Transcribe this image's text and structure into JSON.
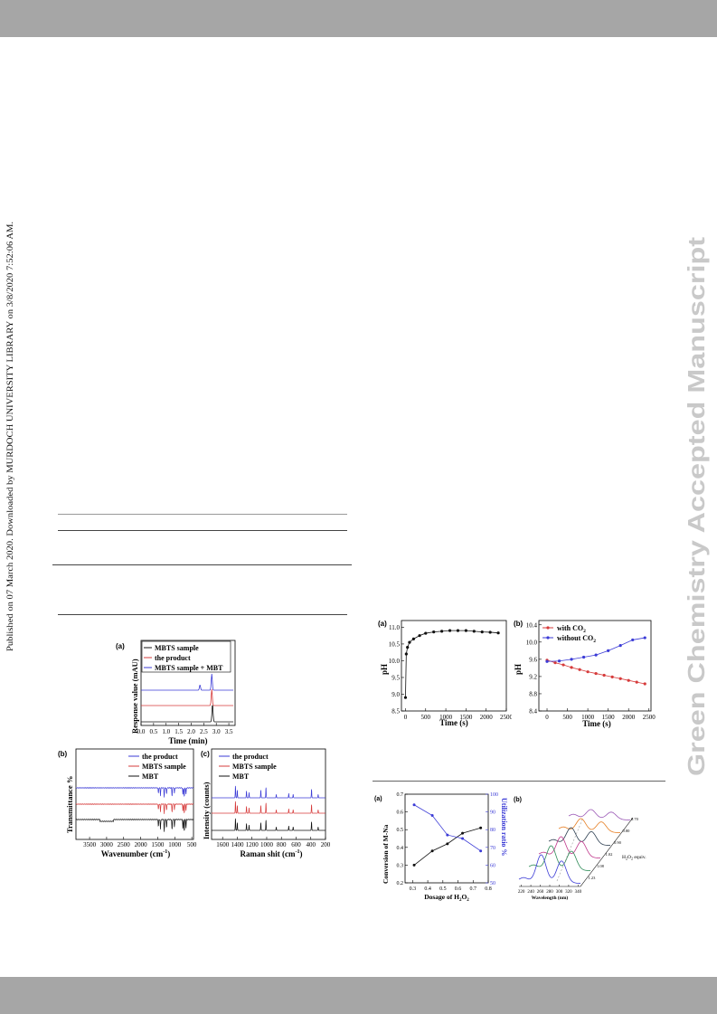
{
  "side_note": "Published on 07 March 2020. Downloaded by MURDOCH UNIVERSITY LIBRARY on 3/8/2020 7:52:06 AM.",
  "watermark": "Green Chemistry Accepted Manuscript",
  "colors": {
    "band": "#a6a6a6",
    "watermark": "#c9c9c9",
    "blue": "#3b3bd6",
    "red": "#d63b3b",
    "black": "#111111"
  },
  "figure_hplc": {
    "panel": "(a)",
    "chart_data": {
      "type": "line",
      "xlabel": "Time (min)",
      "ylabel": "Response value (mAU)",
      "xlim": [
        0.0,
        3.75
      ],
      "xticks": [
        "0.0",
        "0.5",
        "1.0",
        "1.5",
        "2.0",
        "2.5",
        "3.0",
        "3.5"
      ],
      "series": [
        {
          "name": "MBTS sample",
          "color": "#111111",
          "peaks": [
            2.85
          ]
        },
        {
          "name": "the product",
          "color": "#d63b3b",
          "peaks": [
            2.82
          ]
        },
        {
          "name": "MBTS sample + MBT",
          "color": "#3b3bd6",
          "peaks": [
            2.35,
            2.82
          ]
        }
      ]
    }
  },
  "figure_ir": {
    "panel": "(b)",
    "chart_data": {
      "type": "line",
      "xlabel": "Wavenumber (cm-1)",
      "ylabel": "Transmittance %",
      "xlim": [
        3900,
        450
      ],
      "xticks": [
        "3500",
        "3000",
        "2500",
        "2000",
        "1500",
        "1000",
        "500"
      ],
      "series": [
        {
          "name": "the product",
          "color": "#3b3bd6"
        },
        {
          "name": "MBTS sample",
          "color": "#d63b3b"
        },
        {
          "name": "MBT",
          "color": "#111111"
        }
      ]
    }
  },
  "figure_raman": {
    "panel": "(c)",
    "chart_data": {
      "type": "line",
      "xlabel": "Raman shit (cm-1)",
      "ylabel": "Intensity (counts)",
      "xlim": [
        1750,
        200
      ],
      "xticks": [
        "1600",
        "1400",
        "1200",
        "1000",
        "800",
        "600",
        "400",
        "200"
      ],
      "series": [
        {
          "name": "the product",
          "color": "#3b3bd6"
        },
        {
          "name": "MBTS sample",
          "color": "#d63b3b"
        },
        {
          "name": "MBT",
          "color": "#111111"
        }
      ]
    }
  },
  "figure_ph_a": {
    "panel": "(a)",
    "chart_data": {
      "type": "line",
      "xlabel": "Time (s)",
      "ylabel": "pH",
      "xlim": [
        -100,
        2500
      ],
      "ylim": [
        8.5,
        11.2
      ],
      "xticks": [
        0,
        500,
        1000,
        1500,
        2000,
        2500
      ],
      "yticks": [
        "8.5",
        "9.0",
        "9.5",
        "10.0",
        "10.5",
        "11.0"
      ],
      "x": [
        0,
        20,
        50,
        100,
        200,
        350,
        500,
        700,
        900,
        1100,
        1300,
        1500,
        1700,
        1900,
        2100,
        2300
      ],
      "y": [
        8.9,
        10.2,
        10.4,
        10.55,
        10.65,
        10.75,
        10.82,
        10.86,
        10.88,
        10.9,
        10.9,
        10.9,
        10.88,
        10.86,
        10.85,
        10.83
      ]
    }
  },
  "figure_ph_b": {
    "panel": "(b)",
    "chart_data": {
      "type": "line",
      "xlabel": "Time (s)",
      "ylabel": "pH",
      "xlim": [
        -200,
        2550
      ],
      "ylim": [
        8.4,
        10.5
      ],
      "xticks": [
        0,
        500,
        1000,
        1500,
        2000,
        2500
      ],
      "yticks": [
        "8.4",
        "8.8",
        "9.2",
        "9.6",
        "10.0",
        "10.4"
      ],
      "series": [
        {
          "name": "with CO2",
          "color": "#d63b3b",
          "x": [
            0,
            200,
            400,
            600,
            800,
            1000,
            1200,
            1400,
            1600,
            1800,
            2000,
            2200,
            2400
          ],
          "y": [
            9.58,
            9.52,
            9.47,
            9.41,
            9.36,
            9.31,
            9.27,
            9.23,
            9.19,
            9.15,
            9.11,
            9.07,
            9.03
          ]
        },
        {
          "name": "without CO2",
          "color": "#3b3bd6",
          "x": [
            0,
            300,
            600,
            900,
            1200,
            1500,
            1800,
            2100,
            2400
          ],
          "y": [
            9.55,
            9.56,
            9.6,
            9.65,
            9.7,
            9.8,
            9.92,
            10.05,
            10.1
          ]
        }
      ]
    }
  },
  "figure_dosage": {
    "panel": "(a)",
    "chart_data": {
      "type": "line",
      "xlabel": "Dosage of H2O2",
      "ylabel": "Conversion of M-Na",
      "y2label": "Utilization ratio %",
      "xlim": [
        0.25,
        0.8
      ],
      "ylim": [
        0.2,
        0.7
      ],
      "y2lim": [
        50,
        100
      ],
      "xticks": [
        "0.3",
        "0.4",
        "0.5",
        "0.6",
        "0.7",
        "0.8"
      ],
      "yticks": [
        "0.2",
        "0.3",
        "0.4",
        "0.5",
        "0.6",
        "0.7"
      ],
      "y2ticks": [
        "50",
        "60",
        "70",
        "80",
        "90",
        "100"
      ],
      "series": [
        {
          "name": "Conversion of M-Na",
          "color": "#111111",
          "x": [
            0.31,
            0.43,
            0.53,
            0.63,
            0.75
          ],
          "y": [
            0.3,
            0.38,
            0.42,
            0.48,
            0.51
          ]
        },
        {
          "name": "Utilization ratio %",
          "color": "#3b3bd6",
          "axis": "right",
          "x": [
            0.31,
            0.43,
            0.53,
            0.63,
            0.75
          ],
          "y": [
            94,
            88,
            77,
            75,
            68
          ]
        }
      ]
    }
  },
  "figure_uv": {
    "panel": "(b)",
    "chart_data": {
      "type": "line",
      "xlabel": "Wavelength (nm)",
      "xticks": [
        "220",
        "240",
        "260",
        "280",
        "300",
        "320",
        "340"
      ],
      "depth_label": "H2O2 equiv.",
      "series_labels": [
        "0.70",
        "0.80",
        "0.90",
        "1.02",
        "1.08",
        "1.23"
      ]
    }
  }
}
